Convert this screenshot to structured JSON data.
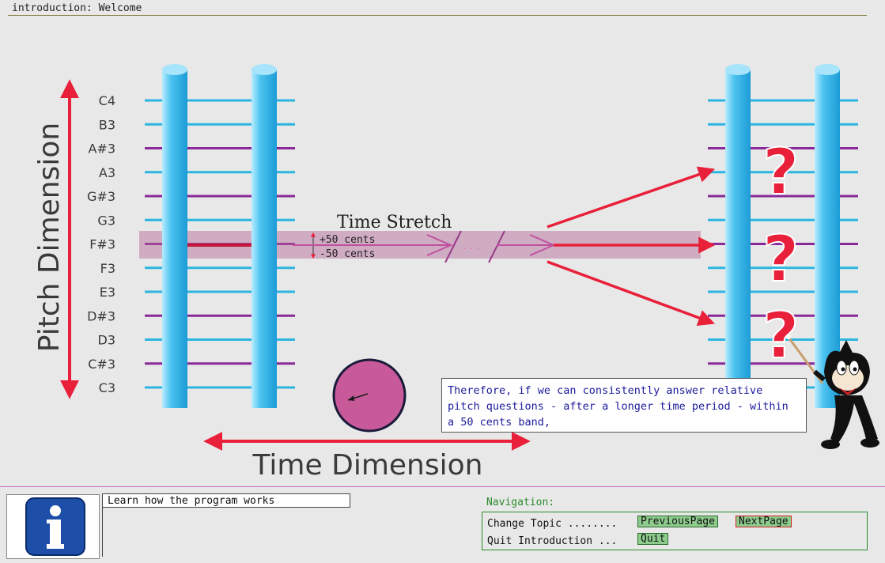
{
  "window": {
    "title": "introduction: Welcome"
  },
  "diagram": {
    "pitch_axis_label": "Pitch Dimension",
    "time_axis_label": "Time Dimension",
    "time_stretch_label": "Time Stretch",
    "plus_cents": "+50 cents",
    "minus_cents": "-50 cents",
    "dots": ". . .",
    "question_mark": "?",
    "notes": [
      "C4",
      "B3",
      "A#3",
      "A3",
      "G#3",
      "G3",
      "F#3",
      "F3",
      "E3",
      "D#3",
      "D3",
      "C#3",
      "C3"
    ],
    "highlighted_note": "F#3",
    "colors": {
      "natural_line": "#2bb5e0",
      "sharp_line": "#8a2a9a",
      "column": "#4cc3ef",
      "arrow": "#e8203a",
      "band": "rgba(180,100,150,0.45)",
      "circle": "#c85a9a"
    }
  },
  "speech_bubble": {
    "text": "Therefore, if we can consistently answer relative pitch questions - after a longer time period - within a 50 cents band,"
  },
  "footer": {
    "description": "Learn how the program works",
    "navigation_label": "Navigation:",
    "change_topic_label": "Change Topic ........",
    "quit_label": "Quit Introduction ...",
    "previous_button": "PreviousPage",
    "next_button": "NextPage",
    "quit_button": "Quit"
  }
}
